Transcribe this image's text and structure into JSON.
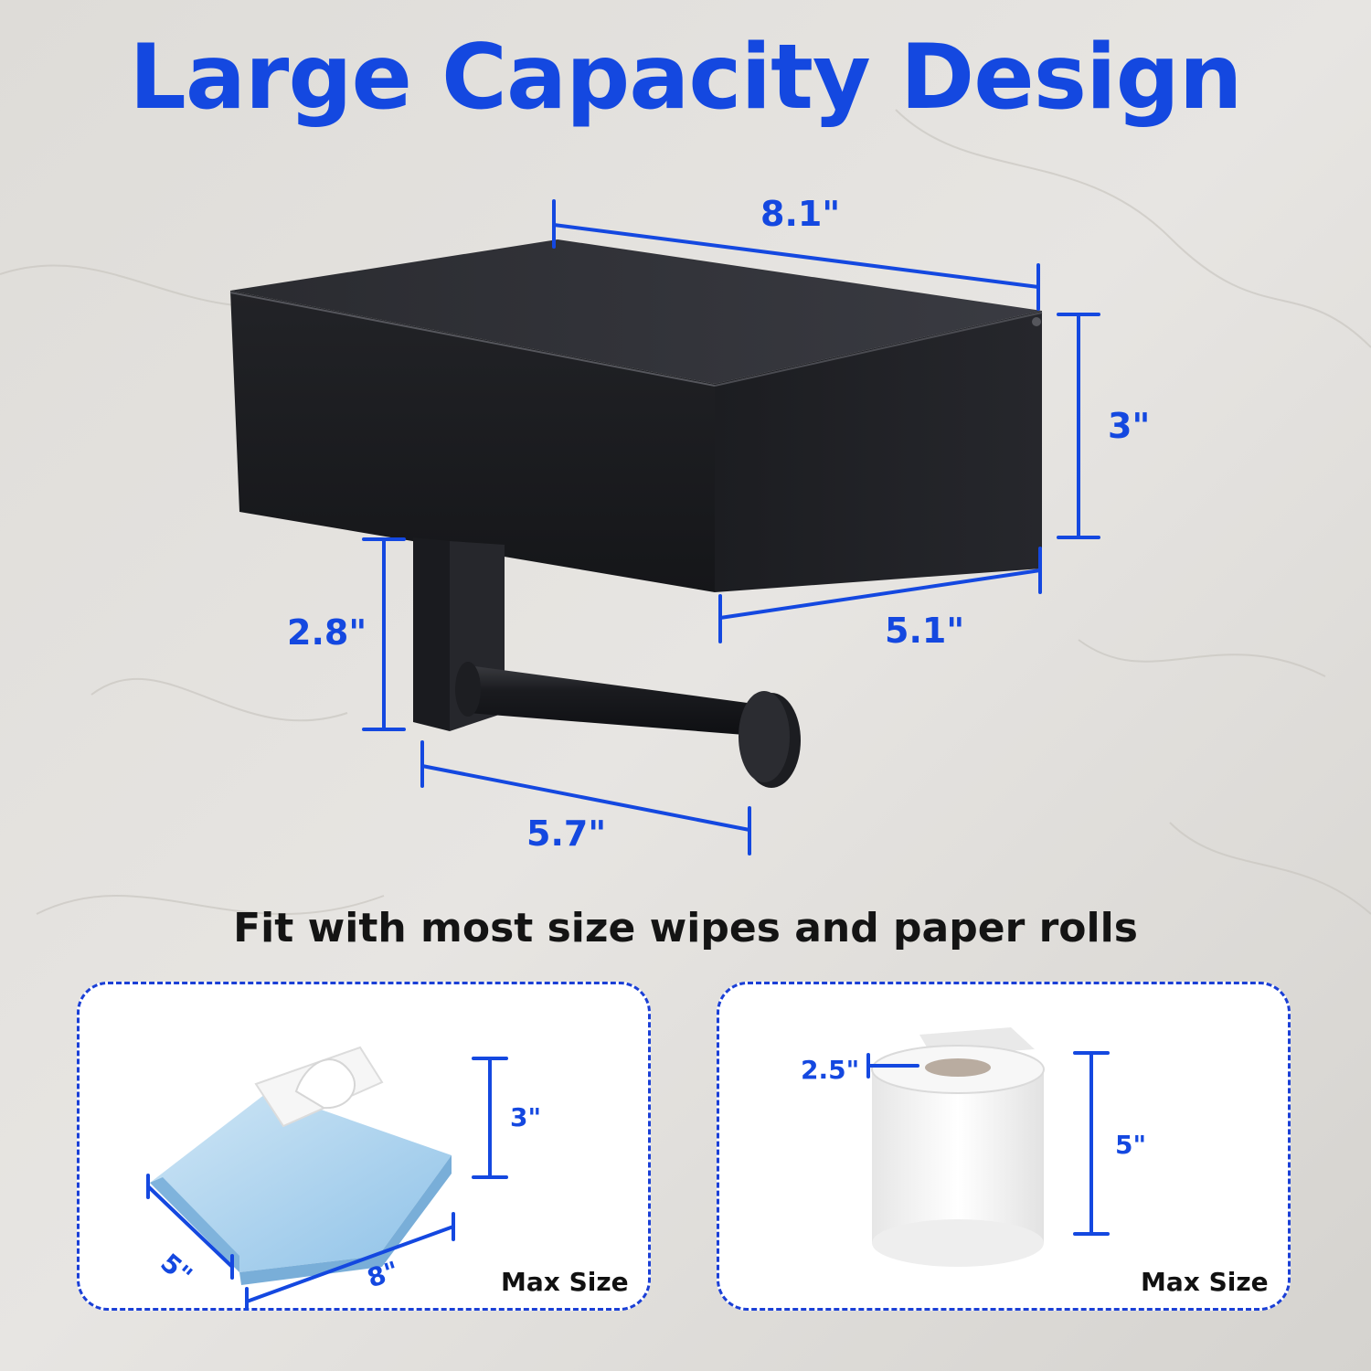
{
  "colors": {
    "accent": "#1448e0",
    "box": "#1b1c20",
    "text": "#141414"
  },
  "header": {
    "title": "Large Capacity Design"
  },
  "dimensions": {
    "width": "8.1\"",
    "height": "3\"",
    "depth": "5.1\"",
    "arm_height": "2.8\"",
    "arm_length": "5.7\""
  },
  "subtitle": "Fit with most size wipes and paper rolls",
  "panels": {
    "wipes": {
      "height": "3\"",
      "width": "8\"",
      "depth": "5\"",
      "label": "Max Size"
    },
    "roll": {
      "core": "2.5\"",
      "height": "5\"",
      "label": "Max Size"
    }
  }
}
